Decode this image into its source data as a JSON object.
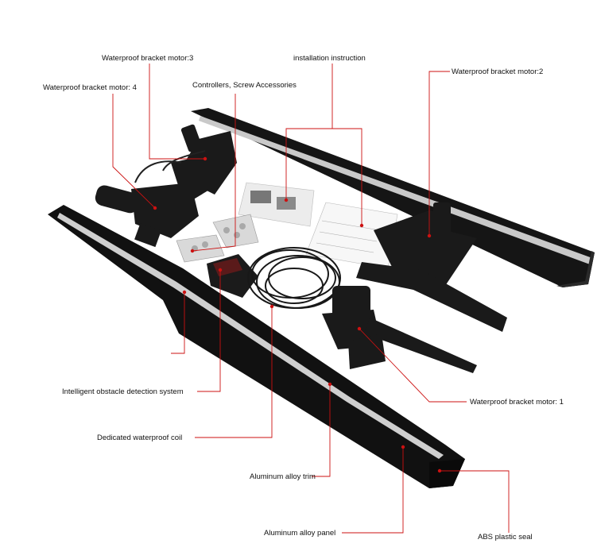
{
  "colors": {
    "leader_line": "#cc1111",
    "label_text": "#111111",
    "part_black": "#151515",
    "trim_silver": "#c9c9c9"
  },
  "labels": {
    "motor_3": "Waterproof bracket motor:3",
    "installation": "installation instruction",
    "motor_4": "Waterproof bracket motor: 4",
    "controllers": "Controllers, Screw Accessories",
    "motor_2": "Waterproof bracket motor:2",
    "obstacle": "Intelligent obstacle detection system",
    "coil": "Dedicated waterproof coil",
    "trim": "Aluminum alloy trim",
    "motor_1": "Waterproof bracket motor: 1",
    "panel": "Aluminum alloy panel",
    "seal": "ABS plastic seal"
  }
}
